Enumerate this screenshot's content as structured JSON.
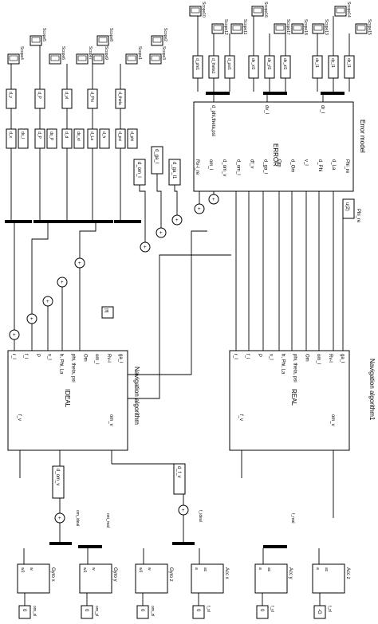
{
  "navigation_ideal": {
    "title": "Navigation algorithm",
    "block": "IDEAL",
    "inputs": [
      "f_v",
      "om_v"
    ],
    "outputs": [
      "r_l",
      "f_l",
      "P",
      "v_l",
      "h, Phi, La",
      "phi, theta, psi",
      "Om",
      "om_l",
      "Rv-l",
      "ga_l"
    ]
  },
  "navigation_real": {
    "title": "Navigation algorithm1",
    "block": "REAL",
    "inputs": [
      "f_v",
      "om_v"
    ],
    "outputs": [
      "r_l",
      "f_l",
      "P",
      "v_l",
      "h, Phi, La",
      "phi, theta, psi",
      "Om",
      "om_l",
      "Rv-l",
      "ga_l"
    ]
  },
  "error_model": {
    "title": "Error model",
    "block": "ERROR",
    "inputs": [
      "Rv-l_re",
      "om_l",
      "d_om_v",
      "d_om_l",
      "df_v",
      "d_ga_l",
      "Om",
      "d_Om",
      "v_l",
      "d_Phi",
      "d_La",
      "Phi_re"
    ],
    "outputs": [
      "d_phi,theta,psi",
      "dv_l",
      "dr_l"
    ]
  },
  "phi_fcn": "u(2)",
  "phi_fcn_label": "Phi_re",
  "display": "[fl]",
  "gyros": [
    {
      "label": "Gyro x",
      "in1": "w1",
      "in2": "w",
      "const": "0",
      "const_label": "om_xl"
    },
    {
      "label": "Gyro y",
      "in1": "w1",
      "in2": "w",
      "const": "0",
      "const_label": "om_yl"
    },
    {
      "label": "Gyro z",
      "in1": "w1",
      "in2": "w",
      "const": "0",
      "const_label": "om_zl"
    }
  ],
  "accs": [
    {
      "label": "Acc x",
      "in1": "a",
      "in2": "ac",
      "const": "0",
      "const_label": "f_xl"
    },
    {
      "label": "Acc y",
      "in1": "a",
      "in2": "ac",
      "const": "0",
      "const_label": "f_yl"
    },
    {
      "label": "Acc z",
      "in1": "a",
      "in2": "ac",
      "const": "-G",
      "const_label": "f_zl"
    }
  ],
  "bus_labels": [
    "om_ideal",
    "om_real",
    "f_ideal",
    "f_real"
  ],
  "gains": [
    "d_om_v",
    "d_f_v"
  ],
  "mid_gains": [
    "d_om_l",
    "d_ga_l",
    "d_ga_l1"
  ],
  "left_gains": [
    {
      "top": "d_y",
      "bottom": "d_x",
      "pair": "dx_l"
    },
    {
      "top": "d_P",
      "bottom": "d_P",
      "pair": "dx_P"
    },
    {
      "top": "d_vl",
      "bottom": "d_d",
      "pair": "dx_vl"
    },
    {
      "top": "d_Phi",
      "bottom": "d_La",
      "pair": "d_h"
    },
    {
      "top": "d_theta",
      "bottom": "d_psi",
      "pair": "d_phi"
    }
  ],
  "scopes_left": [
    "Scope4",
    "Scope5",
    "Scope6",
    "Scope7",
    "Scope8",
    "Scope9",
    "Scope1",
    "Scope2",
    "Scope3"
  ],
  "top_gains": [
    "d_phi1",
    "d_theta1",
    "d_psi1",
    "dv_xl1",
    "dv_yl1",
    "dv_zl1",
    "dx_l1",
    "dy_l1",
    "dz_l1"
  ],
  "scopes_top": [
    "Scope10",
    "Scope12",
    "Scope11",
    "Scope16",
    "Scope17",
    "Scope18",
    "Scope13",
    "Scope14",
    "Scope15"
  ]
}
